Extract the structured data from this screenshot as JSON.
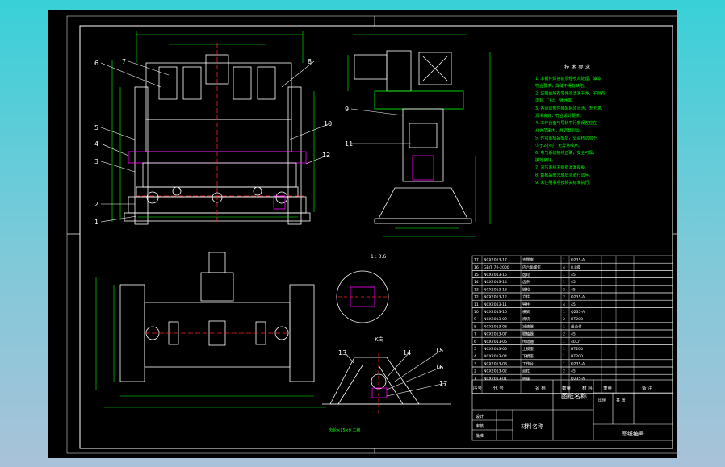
{
  "colors": {
    "background": "#000000",
    "border": "#ffffff",
    "dimension": "#00ff00",
    "part": "#ffffff",
    "centerline": "#ff2020",
    "accent": "#ff00ff",
    "note_text": "#00ff00",
    "callout": "#ffffff"
  },
  "callouts": [
    "1",
    "2",
    "3",
    "4",
    "5",
    "6",
    "7",
    "8",
    "9",
    "10",
    "11",
    "12",
    "13",
    "14",
    "15",
    "16",
    "17"
  ],
  "views": {
    "scale_label": "1 : 3.6",
    "section_label": "K向",
    "detail_label": "齿轮×15×0 二级"
  },
  "notes": {
    "title": "技 术 要 求",
    "lines": [
      "1. 本钢件焊接前须经喷丸处理，油漆",
      "   符合要求，焊缝不得有缺陷。",
      "2. 装配前所有零件须清洗干净，不得有",
      "   毛刺、飞边、锈蚀等。",
      "3. 各运动部件装配后须灵活，无卡滞，",
      "   润滑良好，符合设计要求。",
      "4. 工作台面与导轨平行度误差应在",
      "   允许范围内，并调整到位。",
      "5. 传动系统装配后，空运转试验不",
      "   少于2小时，无异常噪声。",
      "6. 电气系统接线正确，安全可靠，",
      "   接地良好。",
      "7. 液压系统不得有渗漏现象。",
      "8. 整机装配完成后须进行试车。",
      "9. 未注明事项按相关标准执行。"
    ]
  },
  "bom": {
    "rows": [
      {
        "no": "17",
        "code": "NCX2013-17",
        "name": "支撑座",
        "qty": "1",
        "material": "Q235-A"
      },
      {
        "no": "16",
        "code": "GB/T 70-2000",
        "name": "内六角螺钉",
        "qty": "4",
        "material": "8.8级"
      },
      {
        "no": "15",
        "code": "NCX2013-15",
        "name": "齿轮",
        "qty": "1",
        "material": "45"
      },
      {
        "no": "14",
        "code": "NCX2013-14",
        "name": "齿条",
        "qty": "1",
        "material": "45"
      },
      {
        "no": "13",
        "code": "NCX2013-13",
        "name": "链轮",
        "qty": "2",
        "material": "45"
      },
      {
        "no": "12",
        "code": "NCX2013-12",
        "name": "立柱",
        "qty": "2",
        "material": "Q235-A"
      },
      {
        "no": "11",
        "code": "NCX2013-11",
        "name": "导柱",
        "qty": "4",
        "material": "45"
      },
      {
        "no": "10",
        "code": "NCX2013-10",
        "name": "横梁",
        "qty": "1",
        "material": "Q235-A"
      },
      {
        "no": "9",
        "code": "NCX2013-09",
        "name": "滑块",
        "qty": "2",
        "material": "HT200"
      },
      {
        "no": "8",
        "code": "NCX2013-08",
        "name": "减速器",
        "qty": "1",
        "material": "组合件"
      },
      {
        "no": "7",
        "code": "NCX2013-07",
        "name": "联轴器",
        "qty": "2",
        "material": "45"
      },
      {
        "no": "6",
        "code": "NCX2013-06",
        "name": "传动轴",
        "qty": "1",
        "material": "40Cr"
      },
      {
        "no": "5",
        "code": "NCX2013-05",
        "name": "上模座",
        "qty": "1",
        "material": "HT200"
      },
      {
        "no": "4",
        "code": "NCX2013-04",
        "name": "下模座",
        "qty": "1",
        "material": "HT200"
      },
      {
        "no": "3",
        "code": "NCX2013-03",
        "name": "工作台",
        "qty": "1",
        "material": "Q235-A"
      },
      {
        "no": "2",
        "code": "NCX2013-02",
        "name": "丝杠",
        "qty": "2",
        "material": "45"
      },
      {
        "no": "1",
        "code": "NCX2013-01",
        "name": "底座",
        "qty": "1",
        "material": "Q235-A"
      }
    ],
    "header": {
      "no": "序号",
      "code": "代 号",
      "name": "名 称",
      "qty": "数量",
      "material": "材 料",
      "weight": "重量",
      "remark": "备 注"
    }
  },
  "title_block": {
    "drawing_name": "图纸名称",
    "material_label": "材料名称",
    "drawing_no": "图纸编号",
    "designer": "设计",
    "checker": "审核",
    "approver": "批准",
    "scale_head": "比例",
    "sheet_head": "共 张"
  }
}
